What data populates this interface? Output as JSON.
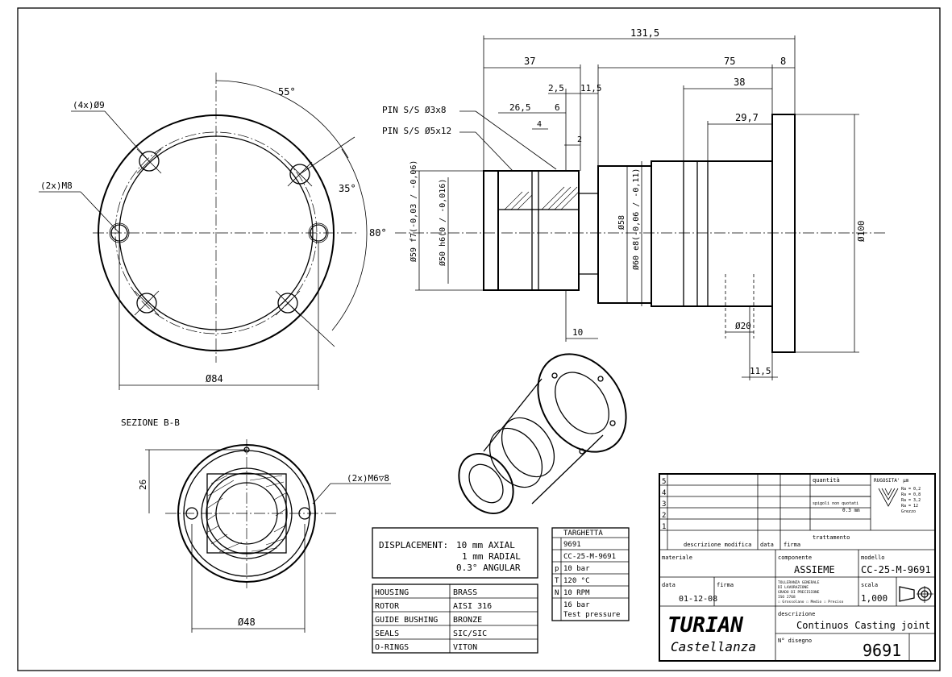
{
  "front_view": {
    "hole_callout_4x": "(4x)Ø9",
    "thread_callout_2x": "(2x)M8",
    "angle_55": "55°",
    "angle_35": "35°",
    "angle_80": "80°",
    "diameter_84": "Ø84"
  },
  "side_view": {
    "dim_131_5": "131,5",
    "dim_37": "37",
    "dim_75": "75",
    "dim_8": "8",
    "dim_38": "38",
    "dim_2_5": "2,5",
    "dim_11_5_top": "11,5",
    "dim_26_5": "26,5",
    "dim_6": "6",
    "dim_4": "4",
    "dim_2": "2",
    "dim_29_7": "29,7",
    "pin_1": "PIN S/S Ø3x8",
    "pin_2": "PIN S/S Ø5x12",
    "dia_59": "Ø59 f7(-0,03 / -0,06)",
    "dia_50": "Ø50 h6(0 / -0,016)",
    "dia_58": "Ø58",
    "dia_60": "Ø60 e8(-0,06 / -0,11)",
    "dia_100": "Ø100",
    "dia_20": "Ø20",
    "dim_10": "10",
    "dim_11_5_bottom": "11,5"
  },
  "section_view": {
    "title": "SEZIONE B-B",
    "dim_26": "26",
    "thread_callout": "(2x)M6▽8",
    "diameter_48": "Ø48"
  },
  "displacement": {
    "label": "DISPLACEMENT:",
    "line1": "10 mm AXIAL",
    "line2": "1 mm RADIAL",
    "line3": "0.3° ANGULAR"
  },
  "materials": [
    {
      "part": "HOUSING",
      "material": "BRASS"
    },
    {
      "part": "ROTOR",
      "material": "AISI 316"
    },
    {
      "part": "GUIDE BUSHING",
      "material": "BRONZE"
    },
    {
      "part": "SEALS",
      "material": "SIC/SIC"
    },
    {
      "part": "O-RINGS",
      "material": "VITON"
    }
  ],
  "targhetta": {
    "header": "TARGHETTA",
    "rows": [
      {
        "sym": "",
        "value": "9691"
      },
      {
        "sym": "",
        "value": "CC-25-M-9691"
      },
      {
        "sym": "p",
        "value": "10 bar"
      },
      {
        "sym": "T",
        "value": "120 °C"
      },
      {
        "sym": "N",
        "value": "10 RPM"
      },
      {
        "sym": "",
        "value": "16 bar"
      },
      {
        "sym": "",
        "value": "Test pressure"
      }
    ]
  },
  "title_block": {
    "revisions": [
      "5",
      "4",
      "3",
      "2",
      "1"
    ],
    "rev_desc_label": "descrizione modifica",
    "rev_date_label": "data",
    "rev_sign_label": "firma",
    "quantita_label": "quantità",
    "spigoli_label": "spigoli non quotati",
    "spigoli_value": "0.3 mm",
    "trattamento_label": "trattamento",
    "rugosita_label": "RUGOSITA' µm",
    "rugosita_values": [
      "Ra = 0,2",
      "Ra = 0,8",
      "Ra = 3,2",
      "Ra = 12",
      "Grezzo"
    ],
    "materiale_label": "materiale",
    "componente_label": "componente",
    "componente_value": "ASSIEME",
    "modello_label": "modello",
    "modello_value": "CC-25-M-9691",
    "data_label": "data",
    "data_value": "01-12-08",
    "firma_label": "firma",
    "tolleranza_lines": [
      "TOLLERANZA GENERALE",
      "DI LAVORAZIONE",
      "GRADO DI PRECISIONE",
      "ISO 2768",
      "☐ Grossolano ☐ Medio ☐ Preciso"
    ],
    "scala_label": "scala",
    "scala_value": "1,000",
    "company_name": "TURIAN",
    "company_city": "Castellanza",
    "descrizione_label": "descrizione",
    "descrizione_value": "Continuos Casting joint",
    "disegno_label": "N° disegno",
    "disegno_value": "9691"
  }
}
